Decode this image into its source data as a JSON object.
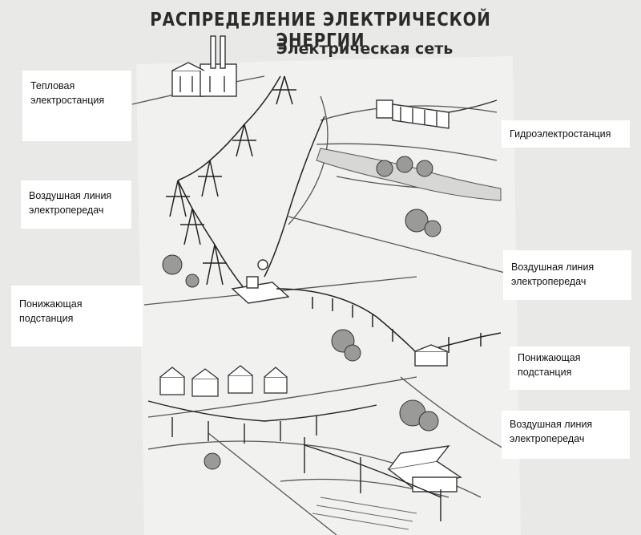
{
  "title": "РАСПРЕДЕЛЕНИЕ ЭЛЕКТРИЧЕСКОЙ ЭНЕРГИИ",
  "subtitle": "Электрическая сеть",
  "labels": {
    "thermal_plant": [
      "Тепловая",
      "электростанция"
    ],
    "overhead_line_1": [
      "Воздушная линия",
      "электропередач"
    ],
    "substation_1": [
      "Понижающая",
      "подстанция"
    ],
    "hydro_plant": [
      "Гидроэлектростанция"
    ],
    "overhead_line_2": [
      "Воздушная линия",
      "электропередач"
    ],
    "substation_2": [
      "Понижающая",
      "подстанция"
    ],
    "overhead_line_3": [
      "Воздушная линия",
      "электропередач"
    ]
  }
}
